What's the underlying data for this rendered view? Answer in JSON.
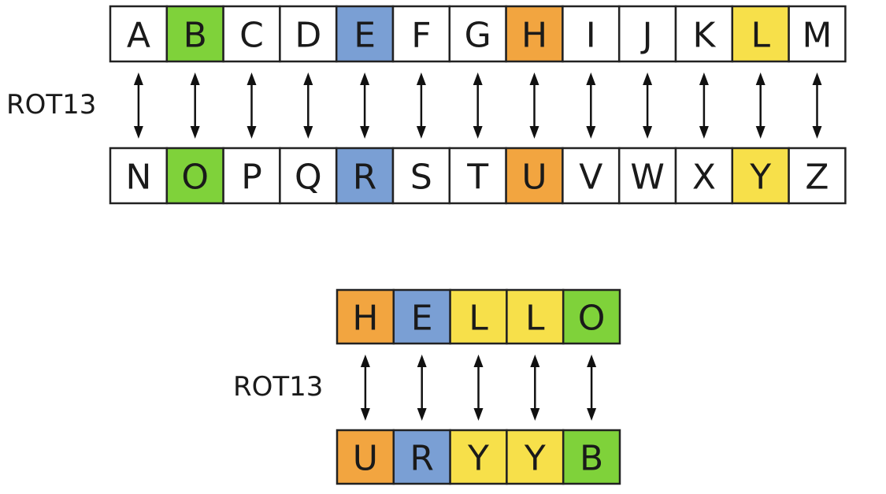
{
  "colors": {
    "white": "#ffffff",
    "green": "#7fd23a",
    "blue": "#7a9fd4",
    "orange": "#f2a540",
    "yellow": "#f7e04a",
    "border": "#222222"
  },
  "alphabet": {
    "label": "ROT13",
    "top": [
      {
        "letter": "A",
        "color": "white"
      },
      {
        "letter": "B",
        "color": "green"
      },
      {
        "letter": "C",
        "color": "white"
      },
      {
        "letter": "D",
        "color": "white"
      },
      {
        "letter": "E",
        "color": "blue"
      },
      {
        "letter": "F",
        "color": "white"
      },
      {
        "letter": "G",
        "color": "white"
      },
      {
        "letter": "H",
        "color": "orange"
      },
      {
        "letter": "I",
        "color": "white"
      },
      {
        "letter": "J",
        "color": "white"
      },
      {
        "letter": "K",
        "color": "white"
      },
      {
        "letter": "L",
        "color": "yellow"
      },
      {
        "letter": "M",
        "color": "white"
      }
    ],
    "bottom": [
      {
        "letter": "N",
        "color": "white"
      },
      {
        "letter": "O",
        "color": "green"
      },
      {
        "letter": "P",
        "color": "white"
      },
      {
        "letter": "Q",
        "color": "white"
      },
      {
        "letter": "R",
        "color": "blue"
      },
      {
        "letter": "S",
        "color": "white"
      },
      {
        "letter": "T",
        "color": "white"
      },
      {
        "letter": "U",
        "color": "orange"
      },
      {
        "letter": "V",
        "color": "white"
      },
      {
        "letter": "W",
        "color": "white"
      },
      {
        "letter": "X",
        "color": "white"
      },
      {
        "letter": "Y",
        "color": "yellow"
      },
      {
        "letter": "Z",
        "color": "white"
      }
    ]
  },
  "example": {
    "label": "ROT13",
    "top": [
      {
        "letter": "H",
        "color": "orange"
      },
      {
        "letter": "E",
        "color": "blue"
      },
      {
        "letter": "L",
        "color": "yellow"
      },
      {
        "letter": "L",
        "color": "yellow"
      },
      {
        "letter": "O",
        "color": "green"
      }
    ],
    "bottom": [
      {
        "letter": "U",
        "color": "orange"
      },
      {
        "letter": "R",
        "color": "blue"
      },
      {
        "letter": "Y",
        "color": "yellow"
      },
      {
        "letter": "Y",
        "color": "yellow"
      },
      {
        "letter": "B",
        "color": "green"
      }
    ]
  }
}
